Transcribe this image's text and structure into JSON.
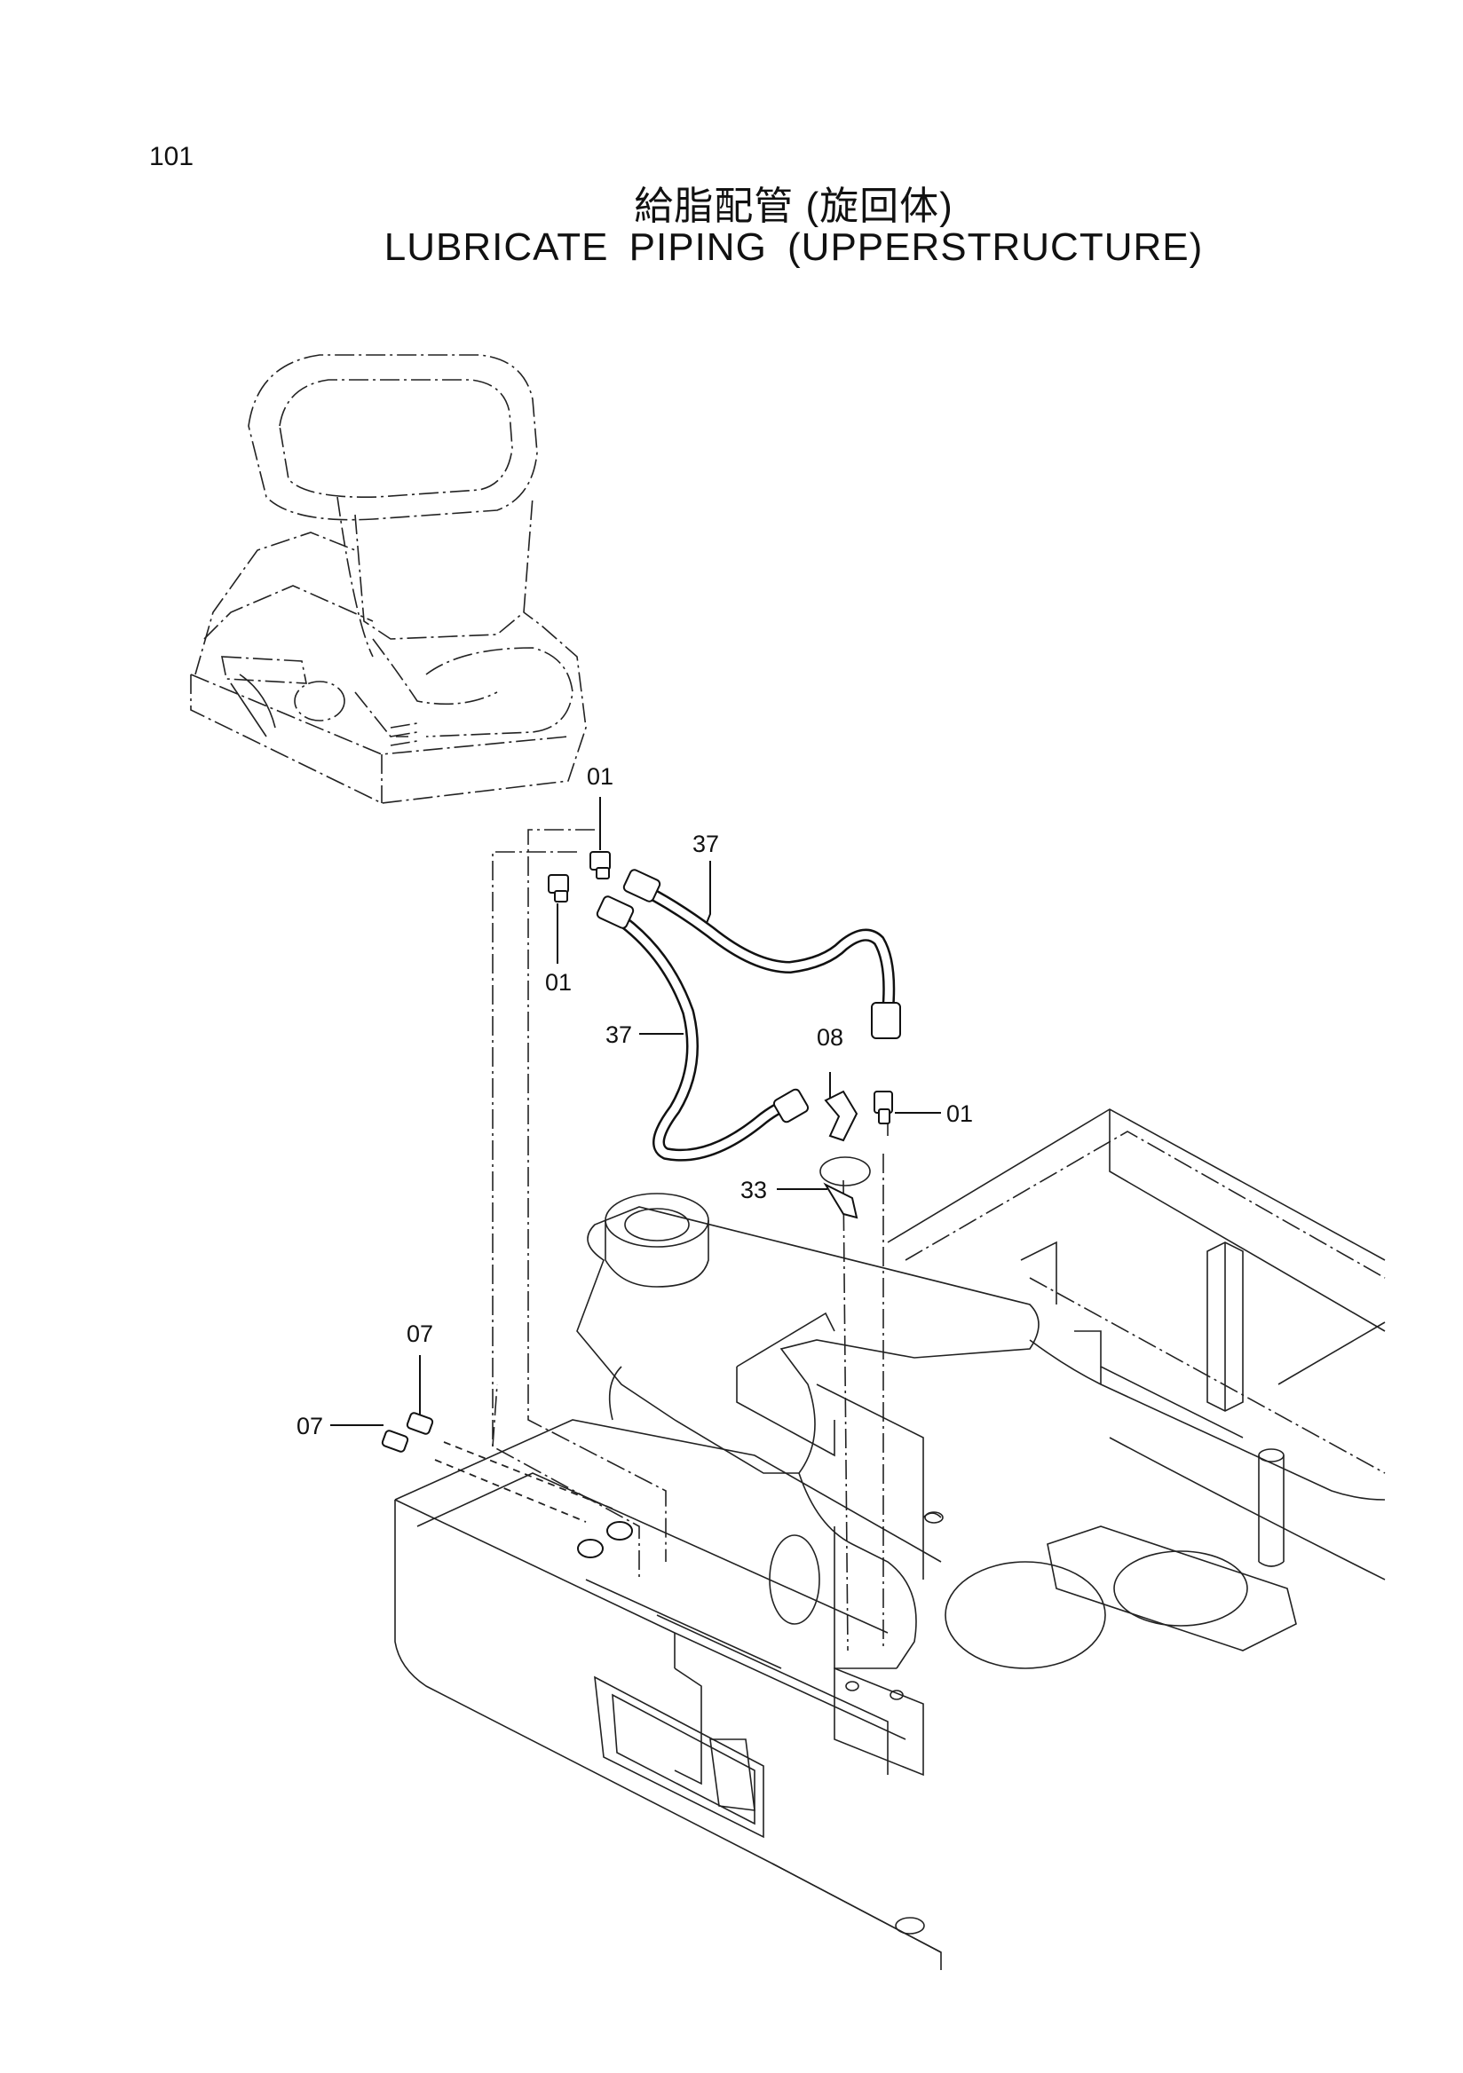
{
  "page_number": "101",
  "title_jp": "給脂配管 (旋回体)",
  "title_en": "LUBRICATE PIPING (UPPERSTRUCTURE)",
  "callouts": [
    {
      "id": "c-01-top",
      "label": "01"
    },
    {
      "id": "c-37-top",
      "label": "37"
    },
    {
      "id": "c-01-left",
      "label": "01"
    },
    {
      "id": "c-37-left",
      "label": "37"
    },
    {
      "id": "c-08",
      "label": "08"
    },
    {
      "id": "c-01-right",
      "label": "01"
    },
    {
      "id": "c-33",
      "label": "33"
    },
    {
      "id": "c-07-top",
      "label": "07"
    },
    {
      "id": "c-07-left",
      "label": "07"
    }
  ]
}
